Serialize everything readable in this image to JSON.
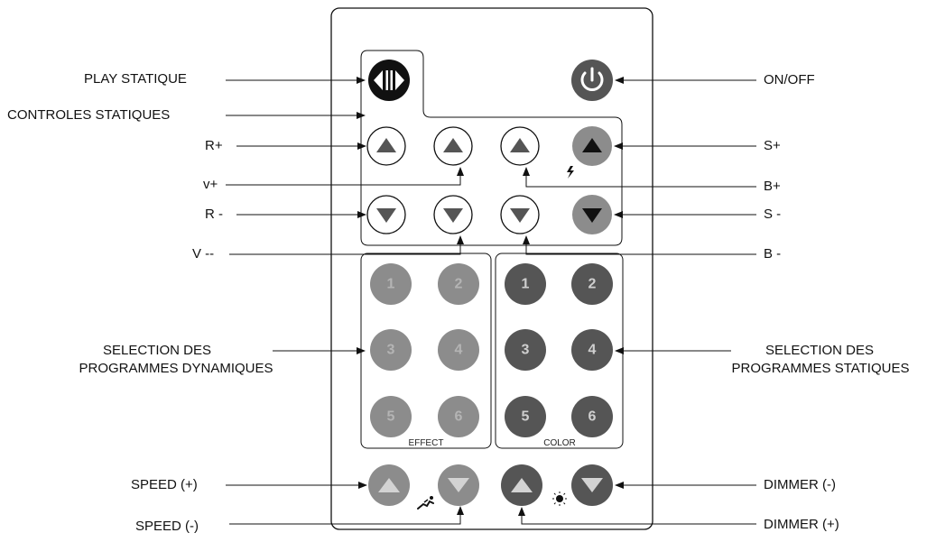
{
  "labels": {
    "play_statique": "PLAY STATIQUE",
    "controles_statiques": "CONTROLES STATIQUES",
    "r_plus": "R+",
    "v_plus": "v+",
    "r_minus": "R -",
    "v_minus": "V --",
    "sel_dyn_1": "SELECTION DES",
    "sel_dyn_2": "PROGRAMMES DYNAMIQUES",
    "speed_plus": "SPEED (+)",
    "speed_minus": "SPEED (-)",
    "on_off": "ON/OFF",
    "s_plus": "S+",
    "b_plus": "B+",
    "s_minus": "S -",
    "b_minus": "B -",
    "sel_stat_1": "SELECTION DES",
    "sel_stat_2": "PROGRAMMES STATIQUES",
    "dimmer_minus": "DIMMER (-)",
    "dimmer_plus": "DIMMER (+)"
  },
  "remote": {
    "effect_label": "EFFECT",
    "color_label": "COLOR",
    "effect_numbers": [
      "1",
      "2",
      "3",
      "4",
      "5",
      "6"
    ],
    "color_numbers": [
      "1",
      "2",
      "3",
      "4",
      "5",
      "6"
    ]
  },
  "colors": {
    "dark_button": "#555555",
    "light_button": "#8c8c8c",
    "outline": "#111111"
  }
}
